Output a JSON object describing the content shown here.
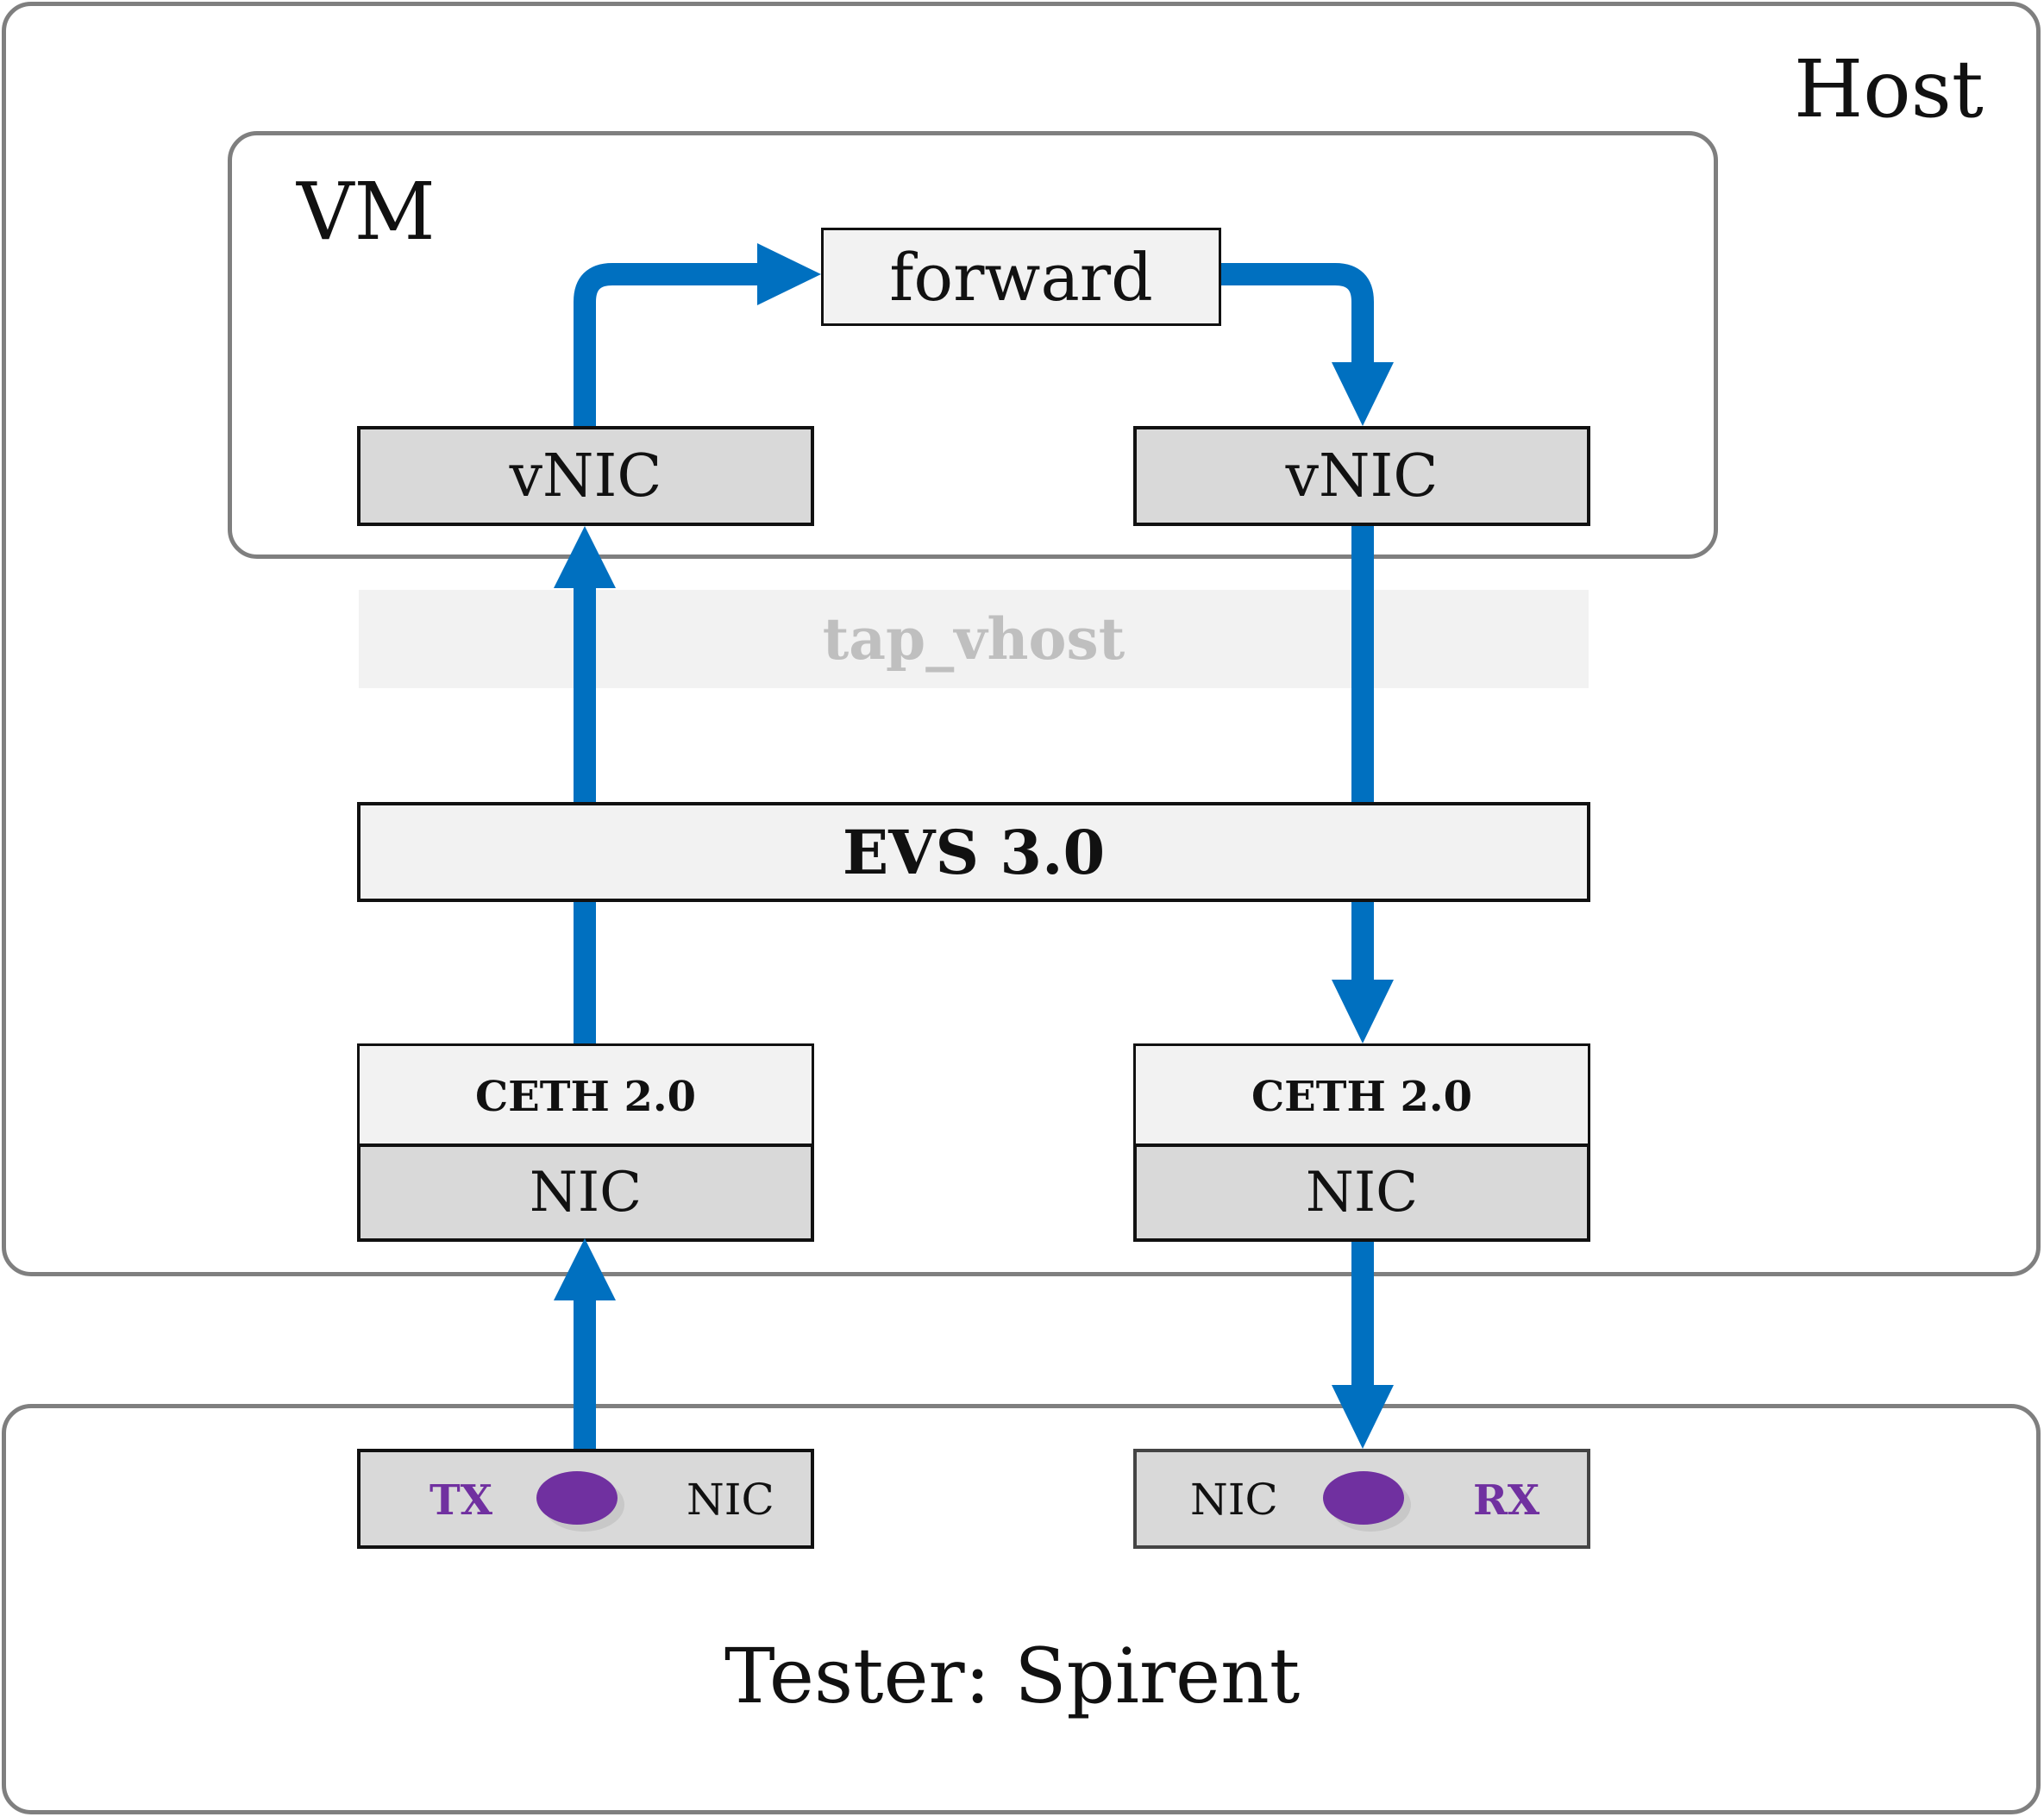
{
  "host": {
    "label": "Host"
  },
  "vm": {
    "label": "VM",
    "forward_label": "forward",
    "vnic_left": "vNIC",
    "vnic_right": "vNIC"
  },
  "tap_vhost": {
    "label": "tap_vhost"
  },
  "evs": {
    "label": "EVS 3.0"
  },
  "host_nics": [
    {
      "ceth": "CETH 2.0",
      "nic": "NIC"
    },
    {
      "ceth": "CETH 2.0",
      "nic": "NIC"
    }
  ],
  "tester": {
    "label": "Tester: Spirent",
    "tx_port": {
      "direction": "TX",
      "nic": "NIC"
    },
    "rx_port": {
      "direction": "RX",
      "nic": "NIC"
    }
  },
  "colors": {
    "arrow": "#0070c0",
    "port_accent": "#7030a0",
    "frame_border": "#7f7f7f"
  }
}
